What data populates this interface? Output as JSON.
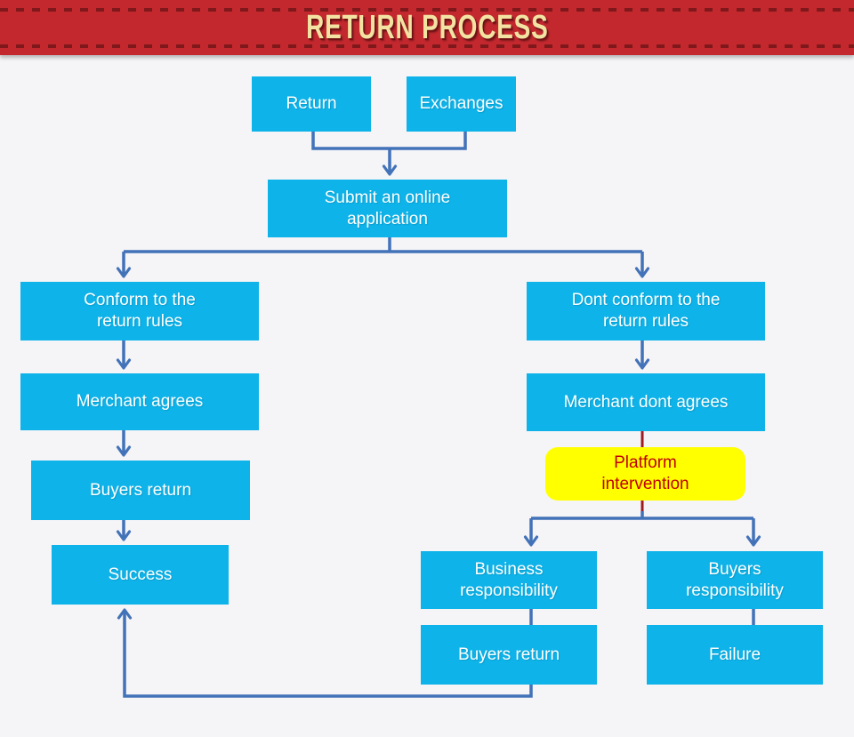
{
  "header": {
    "title": "RETURN PROCESS"
  },
  "colors": {
    "background": "#F5F4F6",
    "band": "#C2282E",
    "band_dash": "#7E181B",
    "title": "#F3E3A3",
    "title_shadow": "#711114",
    "node_fill": "#0DB3E9",
    "node_text": "#FFFFFF",
    "connector": "#4272B8",
    "highlight_fill": "#FFFF00",
    "highlight_text": "#C00000",
    "highlight_connector": "#9E1B20"
  },
  "nodes": {
    "return": {
      "label": "Return"
    },
    "exchanges": {
      "label": "Exchanges"
    },
    "submit": {
      "label": "Submit an online application"
    },
    "conform": {
      "label": "Conform to the return rules"
    },
    "dont_conform": {
      "label": "Dont conform to the return rules"
    },
    "merchant_agrees": {
      "label": "Merchant agrees"
    },
    "merchant_dont_agrees": {
      "label": "Merchant dont agrees"
    },
    "platform_intervention": {
      "label": "Platform intervention"
    },
    "buyers_return_left": {
      "label": "Buyers return"
    },
    "success": {
      "label": "Success"
    },
    "business_responsibility": {
      "label": "Business responsibility"
    },
    "buyers_responsibility": {
      "label": "Buyers responsibility"
    },
    "buyers_return_bottom": {
      "label": "Buyers return"
    },
    "failure": {
      "label": "Failure"
    }
  }
}
